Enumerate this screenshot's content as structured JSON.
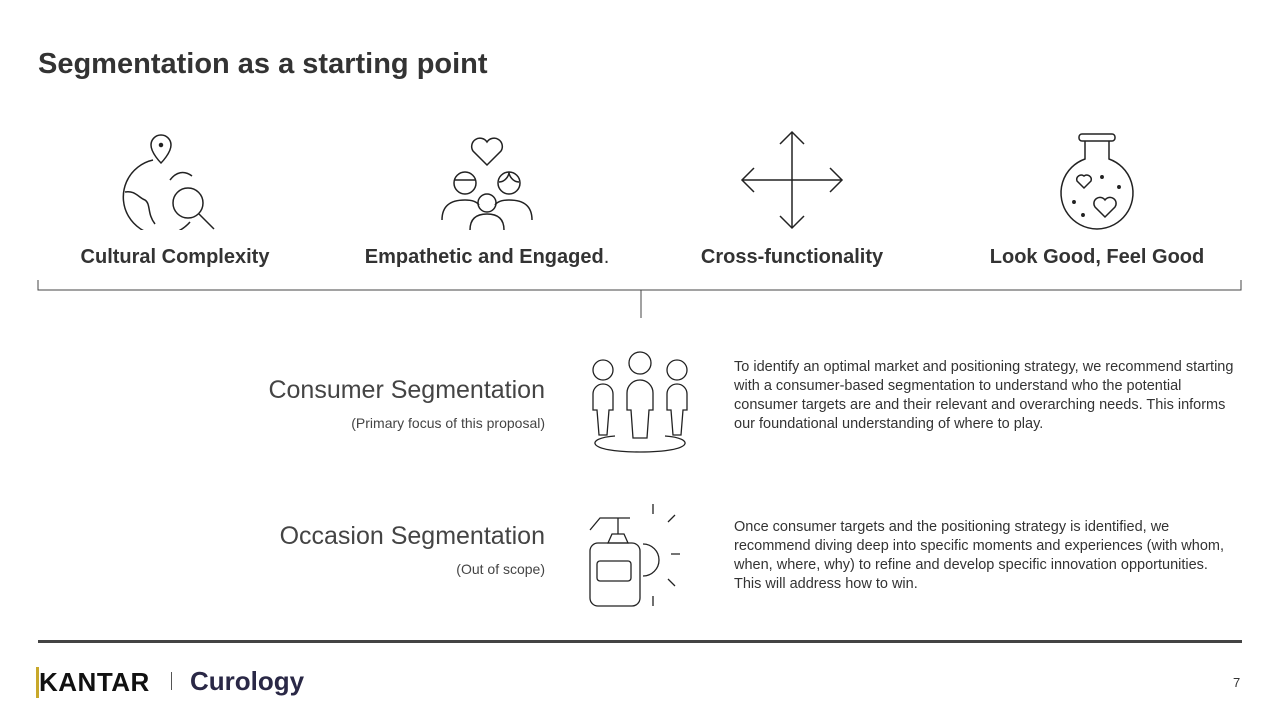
{
  "title": "Segmentation as a starting point",
  "pillars": [
    {
      "label": "Cultural Complexity",
      "icon": "globe-location-search-icon"
    },
    {
      "label": "Empathetic and Engaged",
      "suffix": ".",
      "icon": "people-heart-icon"
    },
    {
      "label": "Cross-functionality",
      "icon": "four-way-arrows-icon"
    },
    {
      "label": "Look Good, Feel Good",
      "icon": "flask-hearts-icon"
    }
  ],
  "segments": [
    {
      "heading": "Consumer Segmentation",
      "sub": "(Primary focus of this proposal)",
      "icon": "consumer-group-icon",
      "text": "To identify an optimal market and positioning strategy, we recommend starting with a consumer-based segmentation to understand who the potential consumer targets are and their relevant and overarching needs. This informs our foundational understanding of where to play."
    },
    {
      "heading": "Occasion Segmentation",
      "sub": "(Out of scope)",
      "icon": "pump-bottle-sun-icon",
      "text": "Once consumer targets and the positioning strategy is identified, we recommend diving deep into specific moments and experiences (with whom, when, where, why) to refine and develop specific innovation opportunities. This will address how to win."
    }
  ],
  "footer": {
    "brand": "KANTAR",
    "client": "Curology",
    "page": "7"
  }
}
